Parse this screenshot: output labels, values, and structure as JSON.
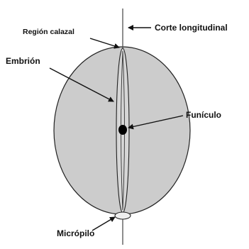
{
  "labels": {
    "chalazal": "Región calazal",
    "longitudinal": "Corte longitudinal",
    "embryo": "Embrión",
    "funiculus": "Funículo",
    "micropyle": "Micrópilo"
  },
  "colors": {
    "seed_fill": "#cccccc",
    "embryo_fill": "#d6d6d6",
    "outline": "#222222",
    "text": "#111111"
  }
}
